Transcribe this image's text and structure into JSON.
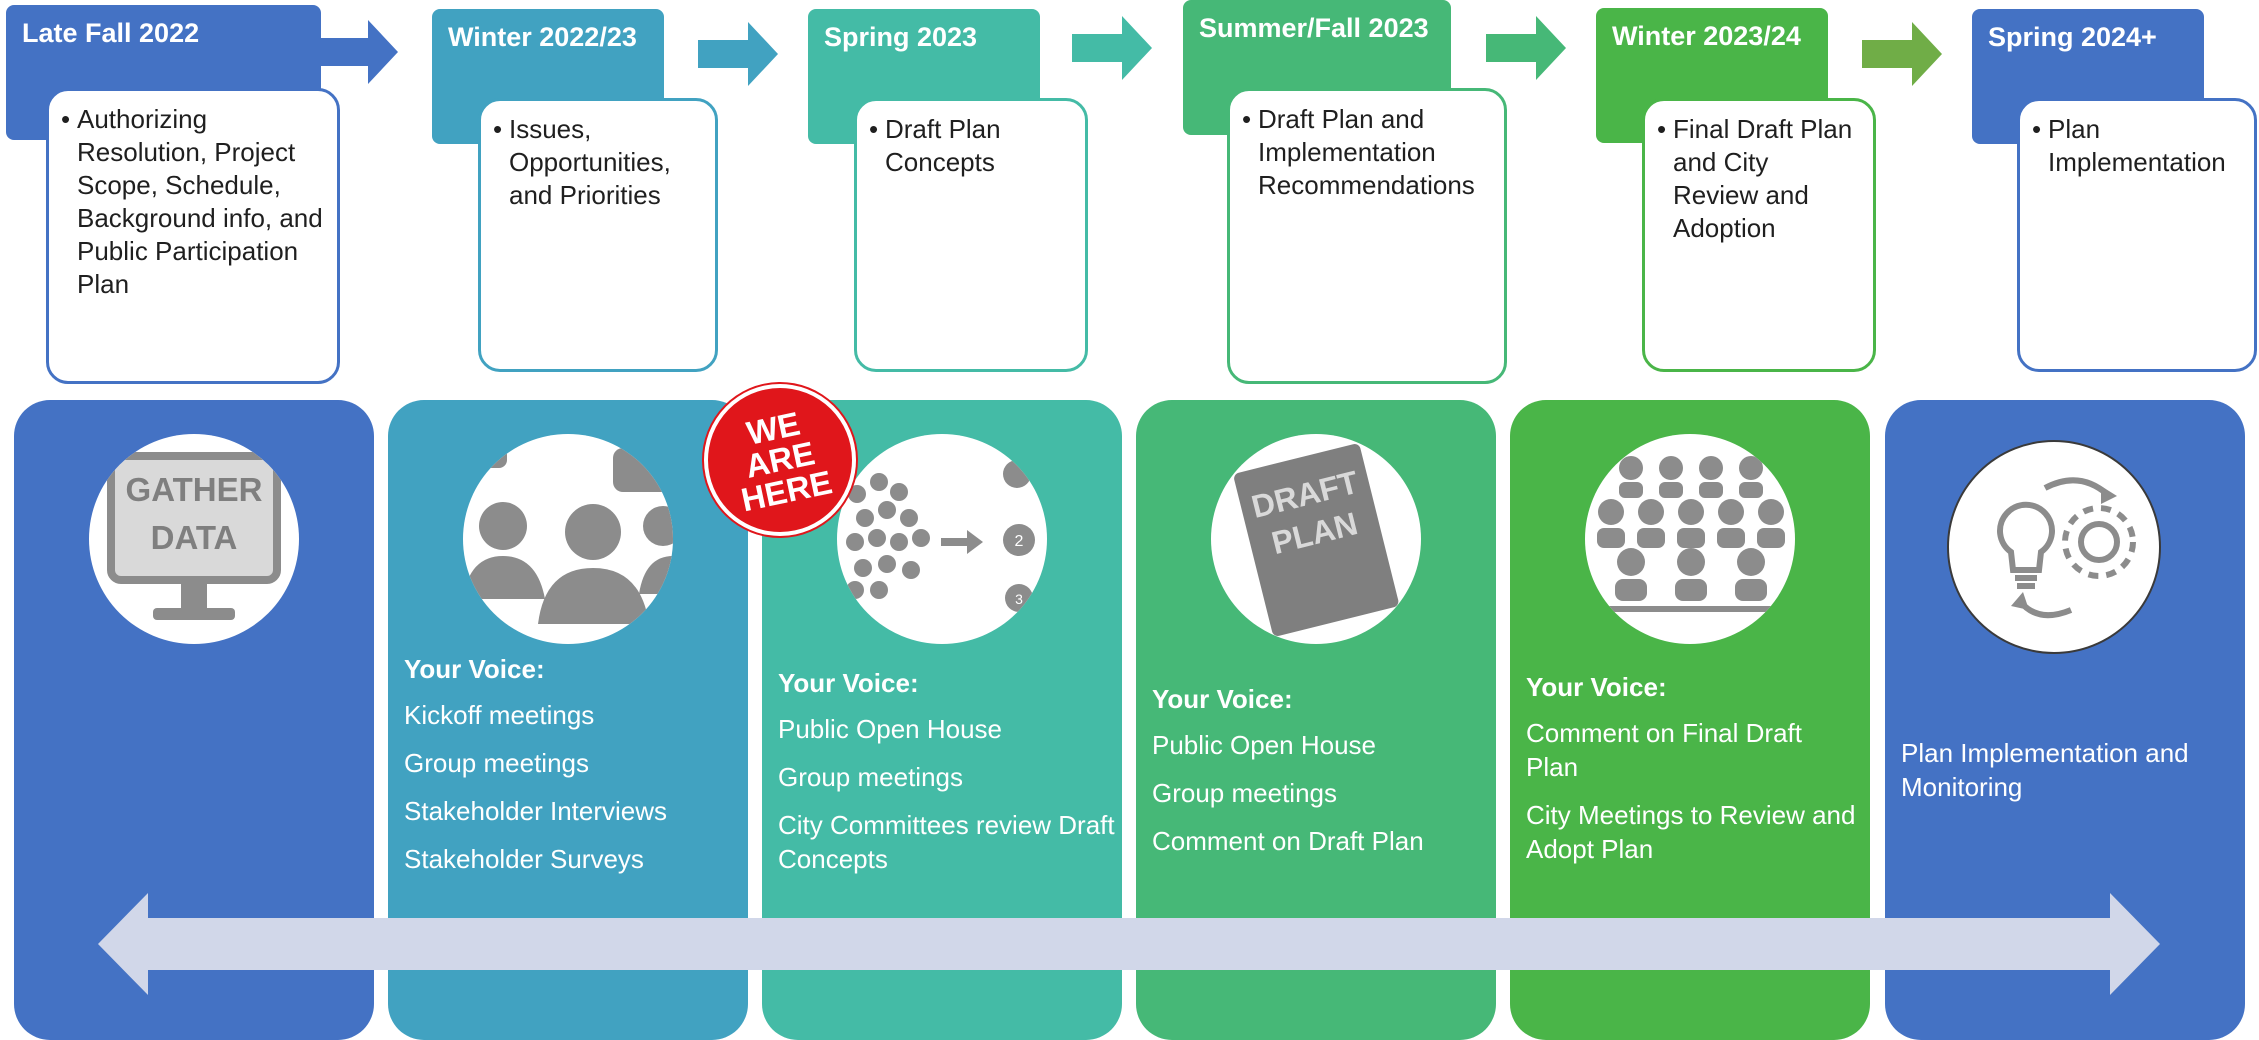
{
  "colors": {
    "phase1": "#4472c4",
    "phase2": "#41a2c1",
    "phase3": "#44bba6",
    "phase4": "#46b877",
    "phase5": "#4ab548",
    "phase6": "#4472c4",
    "arrow_band": "#d1d7e9"
  },
  "phases": [
    {
      "title": "Late Fall 2022",
      "bullet": "Authorizing Resolution, Project Scope, Schedule, Background info, and Public Participation Plan"
    },
    {
      "title": "Winter 2022/23",
      "bullet": "Issues, Opportunities, and Priorities"
    },
    {
      "title": "Spring 2023",
      "bullet": "Draft Plan Concepts"
    },
    {
      "title": "Summer/Fall 2023",
      "bullet": "Draft Plan and Implementation Recommendations"
    },
    {
      "title": "Winter 2023/24",
      "bullet": "Final Draft Plan and City Review and Adoption"
    },
    {
      "title": "Spring 2024+",
      "bullet": "Plan Implementation"
    }
  ],
  "columns": [
    {
      "icon": "gather-data-monitor-icon",
      "icon_text_1": "GATHER",
      "icon_text_2": "DATA",
      "heading": "",
      "items": []
    },
    {
      "icon": "people-discussion-icon",
      "heading": "Your Voice:",
      "items": [
        "Kickoff meetings",
        "Group meetings",
        "Stakeholder Interviews",
        "Stakeholder Surveys"
      ]
    },
    {
      "icon": "ideas-lightbulbs-icon",
      "heading": "Your Voice:",
      "items": [
        "Public Open House",
        "Group meetings",
        "City Committees review Draft Concepts"
      ]
    },
    {
      "icon": "draft-plan-document-icon",
      "icon_text_1": "DRAFT",
      "icon_text_2": "PLAN",
      "heading": "Your Voice:",
      "items": [
        "Public Open House",
        "Group meetings",
        "Comment on Draft Plan"
      ]
    },
    {
      "icon": "audience-meeting-icon",
      "heading": "Your Voice:",
      "items": [
        "Comment on Final Draft Plan",
        "City Meetings to Review and Adopt Plan"
      ]
    },
    {
      "icon": "lightbulb-gear-cycle-icon",
      "heading": "",
      "items": [
        "Plan Implementation and Monitoring"
      ]
    }
  ],
  "badge": {
    "line1": "WE",
    "line2": "ARE",
    "line3": "HERE"
  }
}
